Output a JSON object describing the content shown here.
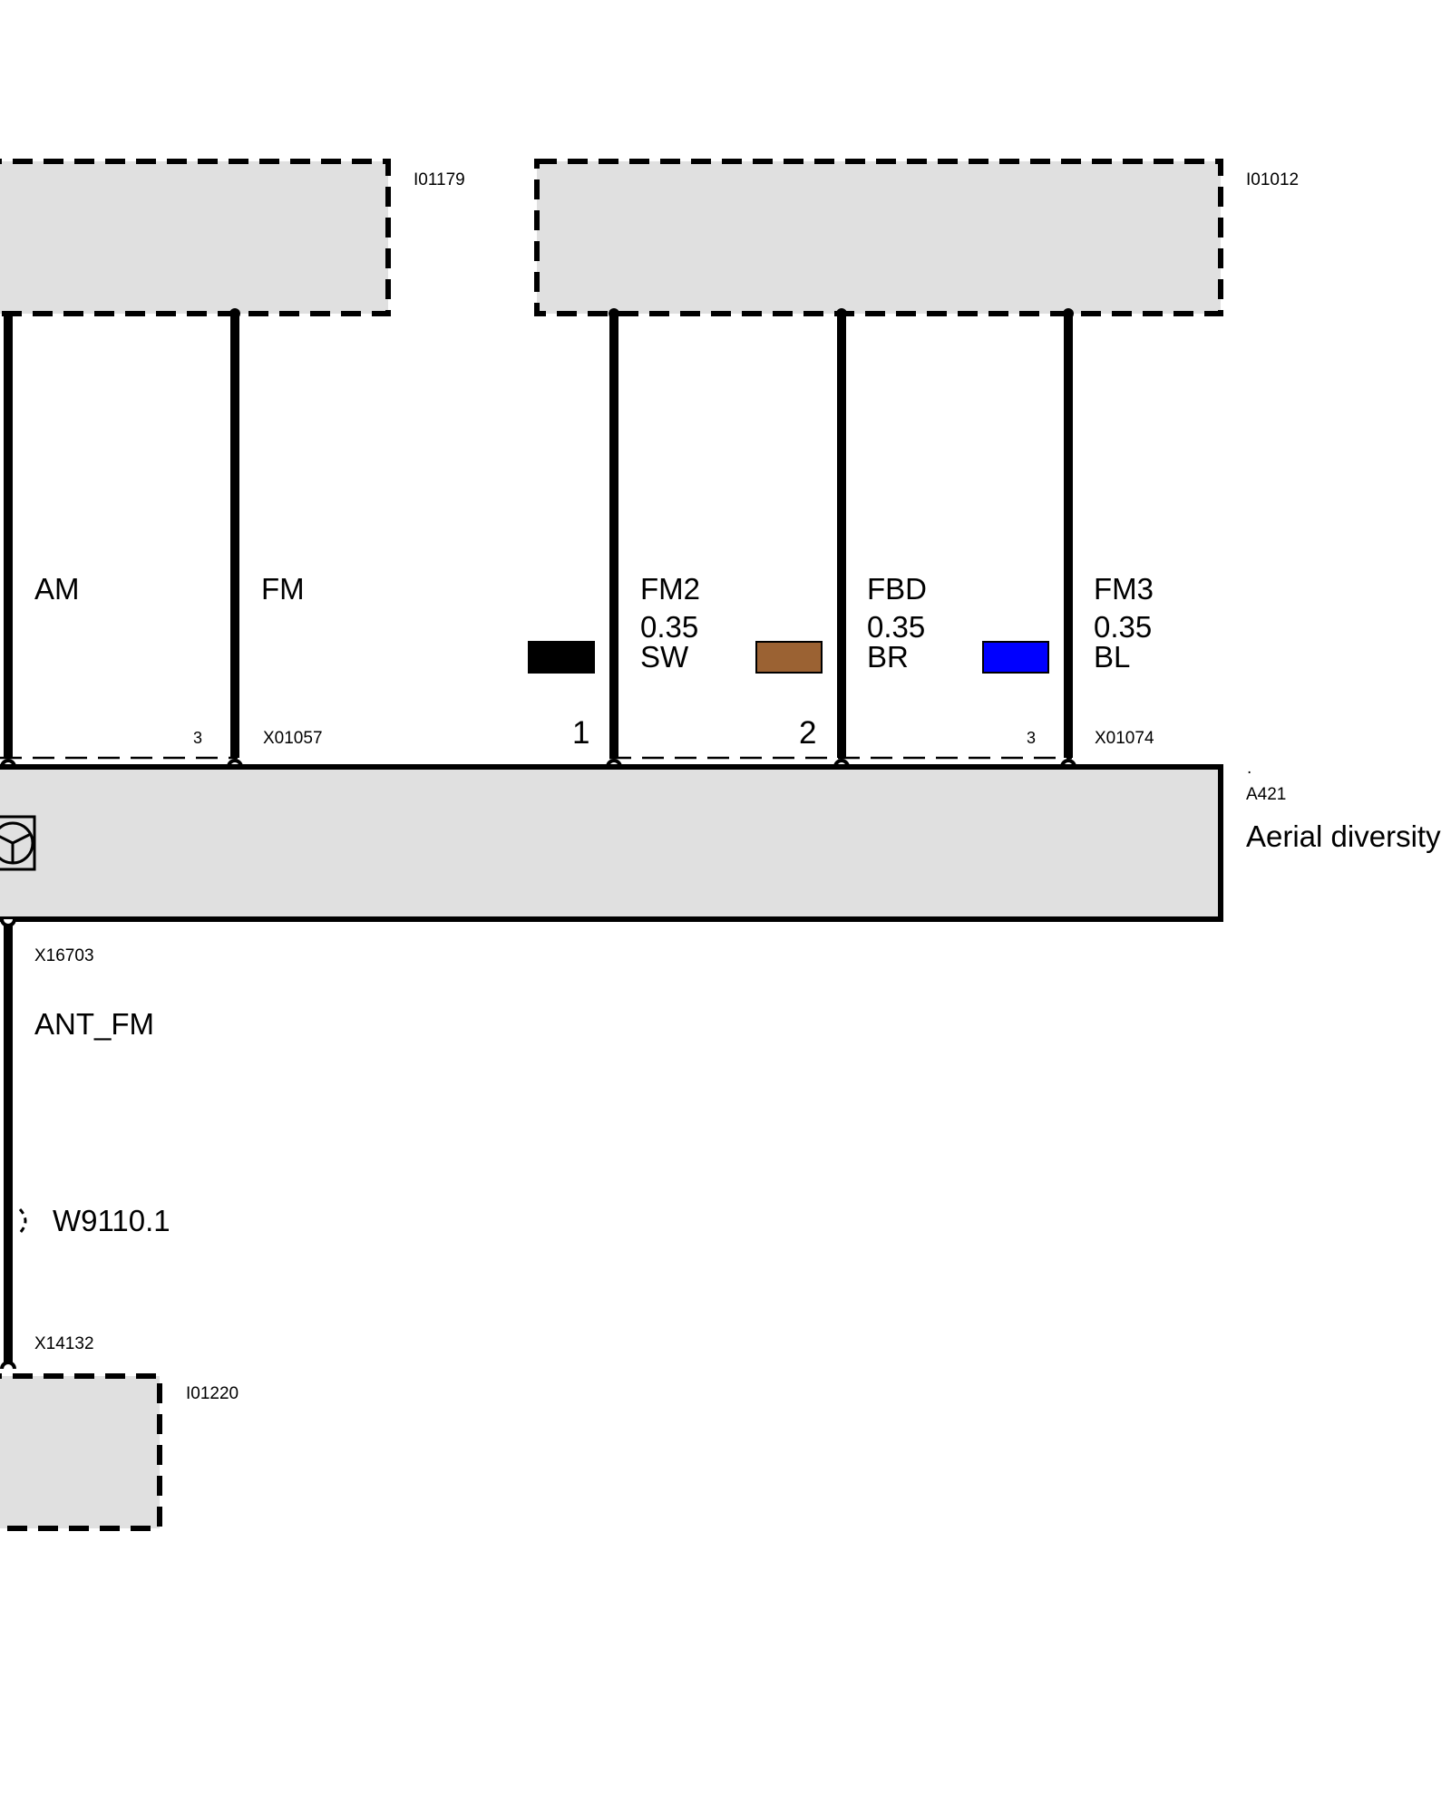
{
  "components": {
    "top_left": {
      "id": "I01179"
    },
    "top_right": {
      "id": "I01012"
    },
    "bottom_left": {
      "id": "I01220"
    },
    "main_module": {
      "id": "A421",
      "dot": ".",
      "name": "Aerial diversity",
      "icon": "antenna-amplifier-icon"
    }
  },
  "connectors": {
    "left_top": {
      "id": "X01057",
      "pin_label": "3"
    },
    "right_top": {
      "id": "X01074",
      "pin_labels": [
        "1",
        "2",
        "3"
      ]
    },
    "bottom_out": {
      "id": "X16703"
    },
    "bottom_in": {
      "id": "X14132"
    }
  },
  "wires": {
    "am": {
      "signal": "AM"
    },
    "fm": {
      "signal": "FM"
    },
    "fm2": {
      "signal": "FM2",
      "gauge": "0.35",
      "color_code": "SW",
      "color": "#000000"
    },
    "fbd": {
      "signal": "FBD",
      "gauge": "0.35",
      "color_code": "BR",
      "color": "#9b6233"
    },
    "fm3": {
      "signal": "FM3",
      "gauge": "0.35",
      "color_code": "BL",
      "color": "#0000ff"
    },
    "ant_fm": {
      "signal": "ANT_FM"
    }
  },
  "cable": {
    "id": "W9110.1"
  },
  "colors": {
    "box_fill": "#e0e0e0",
    "line": "#000000"
  }
}
